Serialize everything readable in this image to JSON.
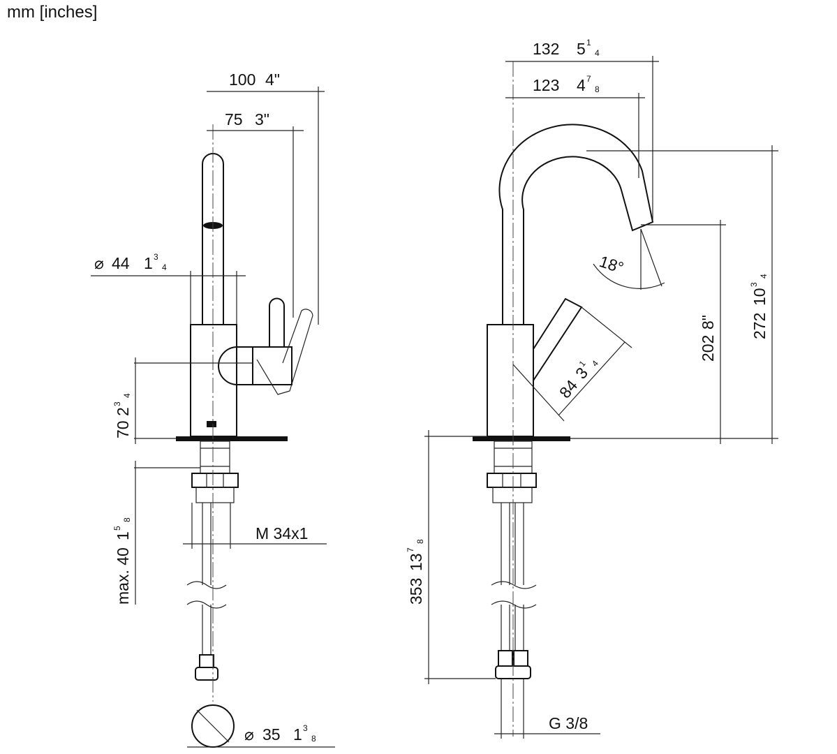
{
  "units": "mm [inches]",
  "side_view": {
    "d100": "100",
    "d100_in": "4\"",
    "d75": "75",
    "d75_in": "3\"",
    "dia44": "44",
    "dia44_in_whole": "1",
    "dia44_num": "3",
    "dia44_den": "4",
    "d70": "70",
    "d70_in_whole": "2",
    "d70_num": "3",
    "d70_den": "4",
    "dmax40": "max. 40",
    "dmax40_in_whole": "1",
    "dmax40_num": "5",
    "dmax40_den": "8",
    "thread": "M 34x1",
    "dia35": "35",
    "dia35_in_whole": "1",
    "dia35_num": "3",
    "dia35_den": "8"
  },
  "front_view": {
    "d132": "132",
    "d132_in_whole": "5",
    "d132_num": "1",
    "d132_den": "4",
    "d123": "123",
    "d123_in_whole": "4",
    "d123_num": "7",
    "d123_den": "8",
    "angle": "18°",
    "d202": "202",
    "d202_in": "8\"",
    "d272": "272",
    "d272_in_whole": "10",
    "d272_num": "3",
    "d272_den": "4",
    "d84": "84",
    "d84_in_whole": "3",
    "d84_num": "1",
    "d84_den": "4",
    "d353": "353",
    "d353_in_whole": "13",
    "d353_num": "7",
    "d353_den": "8",
    "connection": "G 3/8"
  }
}
